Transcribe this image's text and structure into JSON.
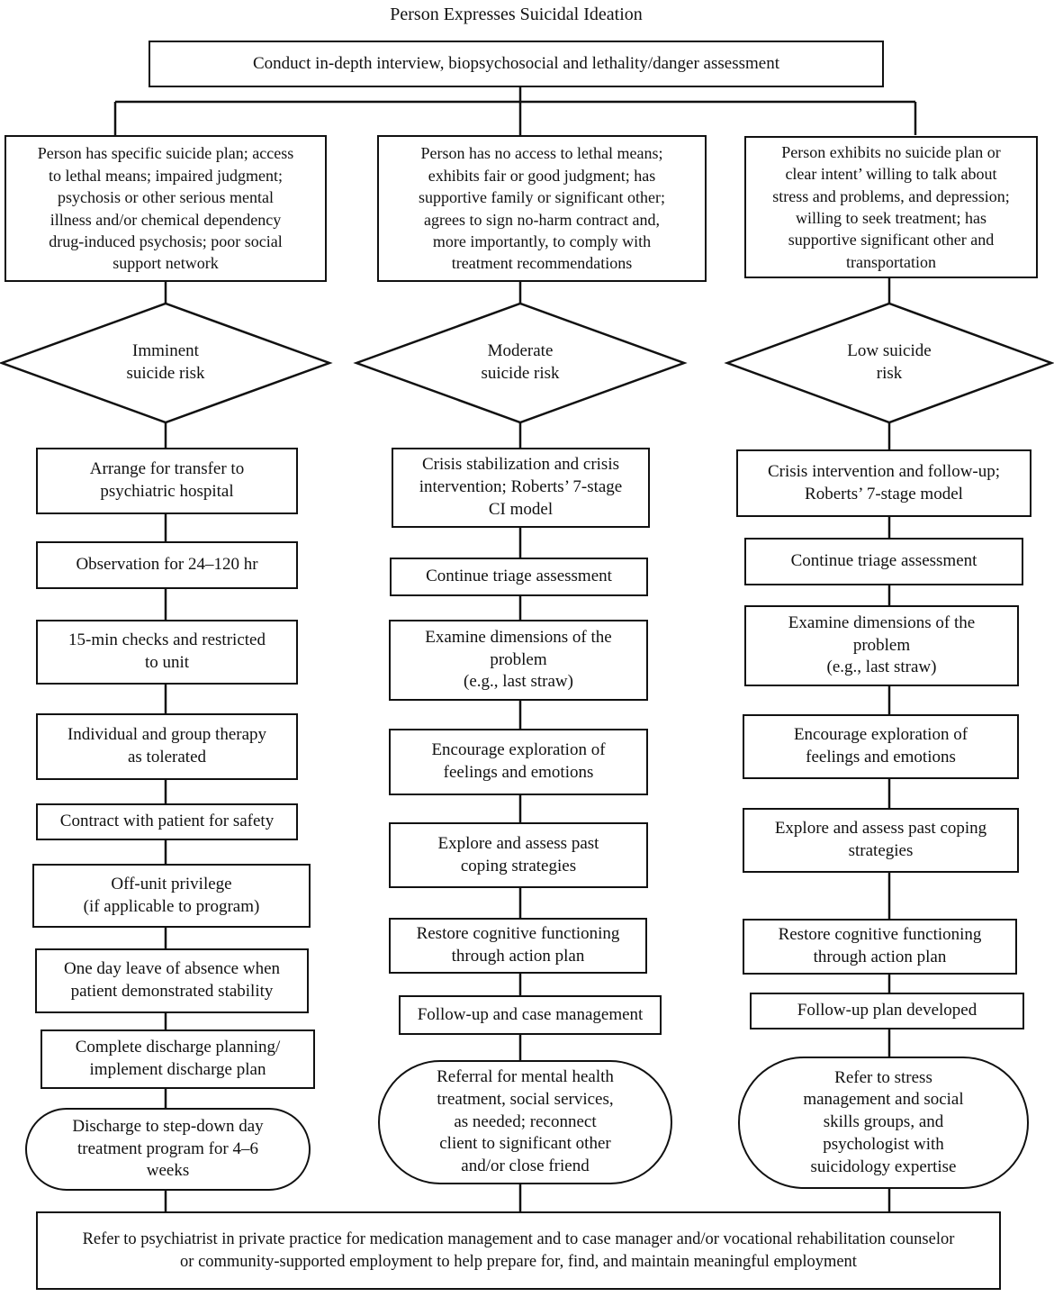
{
  "title": "Person Expresses Suicidal Ideation",
  "assessment": "Conduct in-depth interview, biopsychosocial and lethality/danger assessment",
  "branches": [
    {
      "criteria": "Person has specific suicide plan; access\nto lethal means; impaired judgment;\npsychosis or other serious mental\nillness and/or chemical dependency\ndrug-induced psychosis; poor social\nsupport network",
      "risk": "Imminent\nsuicide risk",
      "steps": [
        "Arrange for transfer to\npsychiatric hospital",
        "Observation for 24–120 hr",
        "15-min checks and restricted\nto unit",
        "Individual and group therapy\nas tolerated",
        "Contract with patient for safety",
        "Off-unit privilege\n(if applicable to program)",
        "One day leave of absence when\npatient demonstrated stability",
        "Complete discharge planning/\nimplement discharge plan"
      ],
      "terminal": "Discharge to step-down day\ntreatment program for 4–6\nweeks"
    },
    {
      "criteria": "Person has no access to lethal means;\nexhibits fair or good judgment; has\nsupportive family or significant other;\nagrees to sign no-harm contract and,\nmore importantly, to comply with\ntreatment recommendations",
      "risk": "Moderate\nsuicide risk",
      "steps": [
        "Crisis stabilization and crisis\nintervention; Roberts’ 7-stage\nCI model",
        "Continue triage assessment",
        "Examine dimensions of the\nproblem\n(e.g., last straw)",
        "Encourage exploration of\nfeelings and emotions",
        "Explore and assess past\ncoping strategies",
        "Restore cognitive functioning\nthrough action plan",
        "Follow-up and case management"
      ],
      "terminal": "Referral for mental health\ntreatment, social services,\nas needed; reconnect\nclient to significant other\nand/or close friend"
    },
    {
      "criteria": "Person exhibits no suicide plan or\nclear intent’ willing to talk about\nstress and problems, and depression;\nwilling to seek treatment; has\nsupportive significant other and\ntransportation",
      "risk": "Low suicide\nrisk",
      "steps": [
        "Crisis intervention and follow-up;\nRoberts’ 7-stage model",
        "Continue triage assessment",
        "Examine dimensions of the\nproblem\n(e.g., last straw)",
        "Encourage exploration of\nfeelings and emotions",
        "Explore and assess past coping\nstrategies",
        "Restore cognitive functioning\nthrough action plan",
        "Follow-up plan developed"
      ],
      "terminal": "Refer to stress\nmanagement and social\nskills groups, and\npsychologist with\nsuicidology expertise"
    }
  ],
  "final": "Refer to psychiatrist in private practice for medication management and to case manager and/or vocational rehabilitation counselor\nor community-supported employment to help prepare for, find, and maintain meaningful employment"
}
